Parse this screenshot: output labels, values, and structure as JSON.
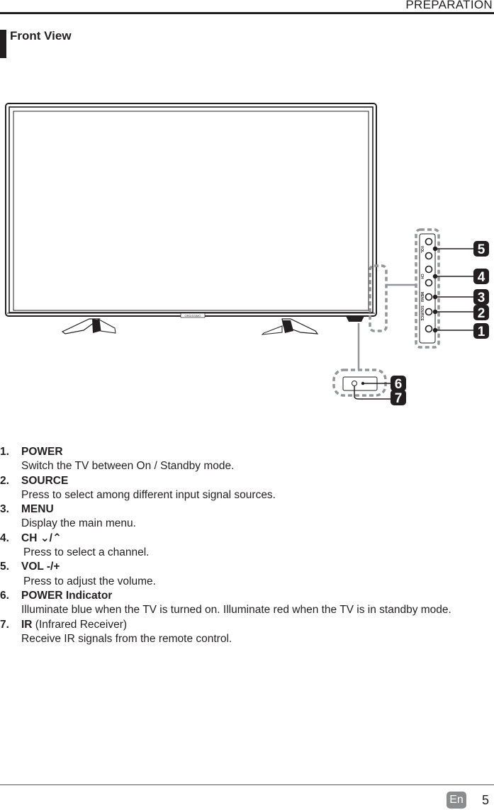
{
  "header": {
    "section": "PREPARATION"
  },
  "section": {
    "title": "Front View"
  },
  "diagram": {
    "tv_brand": "ORDISSIMO",
    "panel_labels": [
      "VOL",
      "CH",
      "MENU",
      "SOURCE"
    ],
    "callouts": [
      "1",
      "2",
      "3",
      "4",
      "5",
      "6",
      "7"
    ],
    "colors": {
      "ink": "#231f20",
      "dash": "#939598",
      "badge": "#231f20"
    }
  },
  "items": [
    {
      "num": "1.",
      "label": "POWER",
      "suffix": "",
      "desc": "Switch the TV between On / Standby mode."
    },
    {
      "num": "2.",
      "label": "SOURCE",
      "suffix": "",
      "desc": "Press to select among different input signal sources."
    },
    {
      "num": "3.",
      "label": "MENU",
      "suffix": "",
      "desc": "Display the main menu."
    },
    {
      "num": "4.",
      "label": "CH ⌄/⌃",
      "suffix": "",
      "desc": "Press to select a channel."
    },
    {
      "num": "5.",
      "label": "VOL -/+",
      "suffix": "",
      "desc": "Press to adjust the volume."
    },
    {
      "num": "6.",
      "label": "POWER Indicator",
      "suffix": "",
      "desc": "Illuminate blue when the TV is turned on. Illuminate red when the TV is in standby mode."
    },
    {
      "num": "7.",
      "label": "IR",
      "suffix": " (Infrared Receiver)",
      "desc": "Receive IR signals from the remote control."
    }
  ],
  "footer": {
    "lang": "En",
    "page": "5"
  }
}
